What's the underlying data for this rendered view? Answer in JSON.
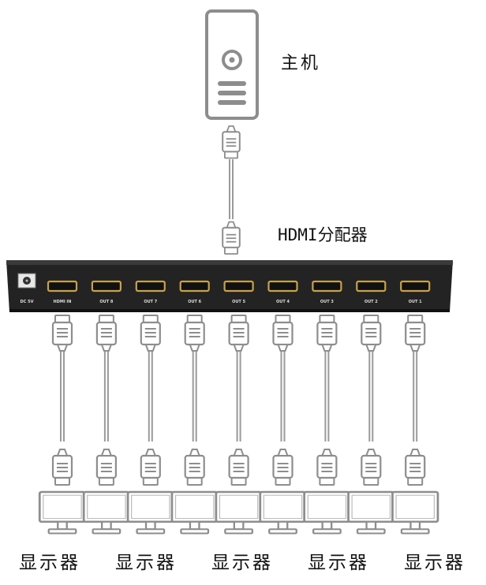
{
  "host": {
    "label": "主机"
  },
  "splitter": {
    "label": "HDMI分配器",
    "power_label": "DC 5V",
    "ports": [
      "HDMI IN",
      "OUT 8",
      "OUT 7",
      "OUT 6",
      "OUT 5",
      "OUT 4",
      "OUT 3",
      "OUT 2",
      "OUT 1"
    ]
  },
  "monitor_labels": [
    "显示器",
    "显示器",
    "显示器",
    "显示器",
    "显示器"
  ],
  "colors": {
    "device_gray": "#8d8d8d",
    "splitter_body": "#222222",
    "port_gold": "#c8a24a",
    "cable": "#9a9a9a"
  }
}
